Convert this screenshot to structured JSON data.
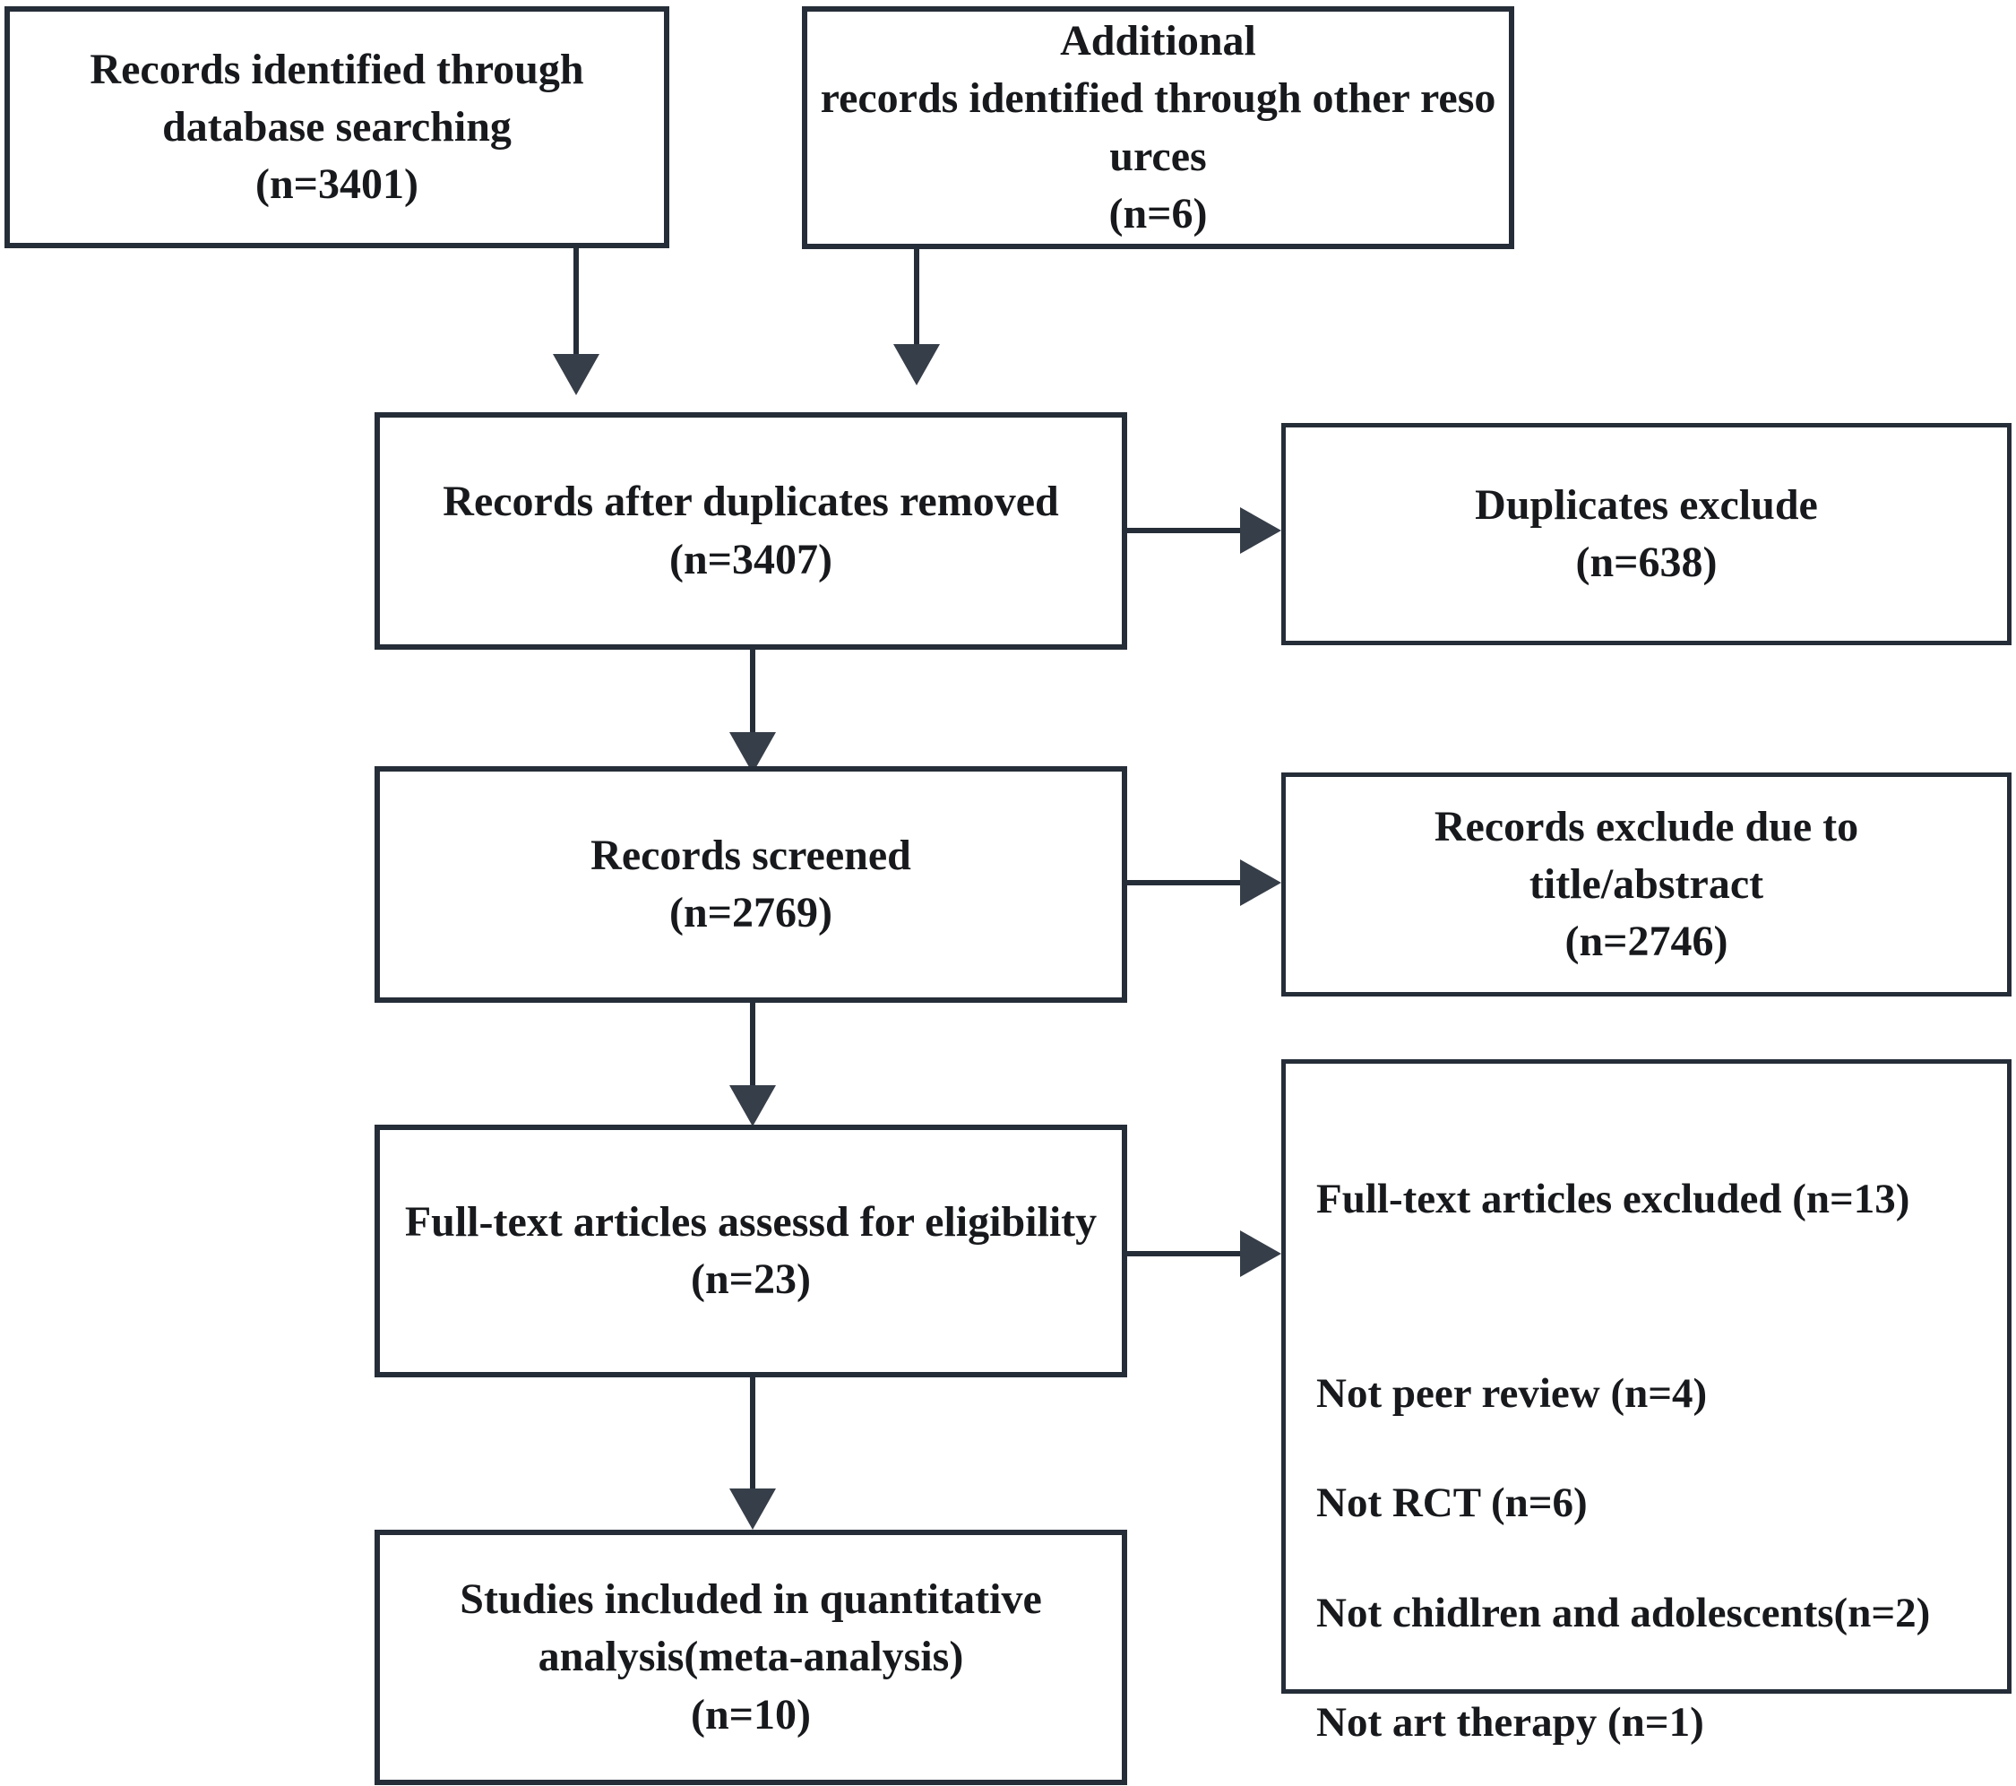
{
  "diagram": {
    "title": "PRISMA study selection flow diagram",
    "colors": {
      "box_border": "#252d38",
      "text": "#17191c",
      "connector": "#252d38",
      "arrow_head": "#363e49",
      "background": "#ffffff"
    },
    "boxes": {
      "database_records": {
        "label": "Records identified through\ndatabase searching\n(n=3401)",
        "count_text": "(n=3401)",
        "count": 3401
      },
      "other_records": {
        "label": "Additional\nrecords identified through other reso\nurces\n(n=6)",
        "count_text": "(n=6)",
        "count": 6
      },
      "after_duplicates": {
        "label": "Records after duplicates removed\n(n=3407)",
        "count_text": "(n=3407)",
        "count": 3407
      },
      "duplicates_excluded": {
        "label": "Duplicates exclude\n(n=638)",
        "count_text": "(n=638)",
        "count": 638
      },
      "records_screened": {
        "label": "Records screened\n(n=2769)",
        "count_text": "(n=2769)",
        "count": 2769
      },
      "records_excluded": {
        "label": "Records exclude due to\ntitle/abstract\n(n=2746)",
        "count_text": "(n=2746)",
        "count": 2746
      },
      "fulltext_assessed": {
        "label": "Full-text articles assessd for eligibility\n(n=23)",
        "count_text": "(n=23)",
        "count": 23
      },
      "fulltext_excluded": {
        "heading": "Full-text articles excluded (n=13)",
        "total": 13,
        "reasons": [
          {
            "label": "Not peer review (n=4)",
            "count": 4
          },
          {
            "label": "Not RCT  (n=6)",
            "count": 6
          },
          {
            "label": "Not chidlren and adolescents(n=2)",
            "count": 2
          },
          {
            "label": "Not  art therapy (n=1)",
            "count": 1
          }
        ]
      },
      "studies_included": {
        "label": "Studies included in quantitative\nanalysis(meta-analysis)\n(n=10)",
        "count_text": "(n=10)",
        "count": 10
      }
    },
    "connectors": [
      {
        "name": "database-records-to-after-duplicates",
        "type": "arrow-down"
      },
      {
        "name": "other-records-to-after-duplicates",
        "type": "arrow-down"
      },
      {
        "name": "after-duplicates-to-duplicates-excluded",
        "type": "arrow-right"
      },
      {
        "name": "after-duplicates-to-records-screened",
        "type": "arrow-down"
      },
      {
        "name": "records-screened-to-records-excluded",
        "type": "arrow-right"
      },
      {
        "name": "records-screened-to-fulltext-assessed",
        "type": "arrow-down"
      },
      {
        "name": "fulltext-assessed-to-fulltext-excluded",
        "type": "arrow-right"
      },
      {
        "name": "fulltext-assessed-to-studies-included",
        "type": "arrow-down"
      }
    ]
  }
}
